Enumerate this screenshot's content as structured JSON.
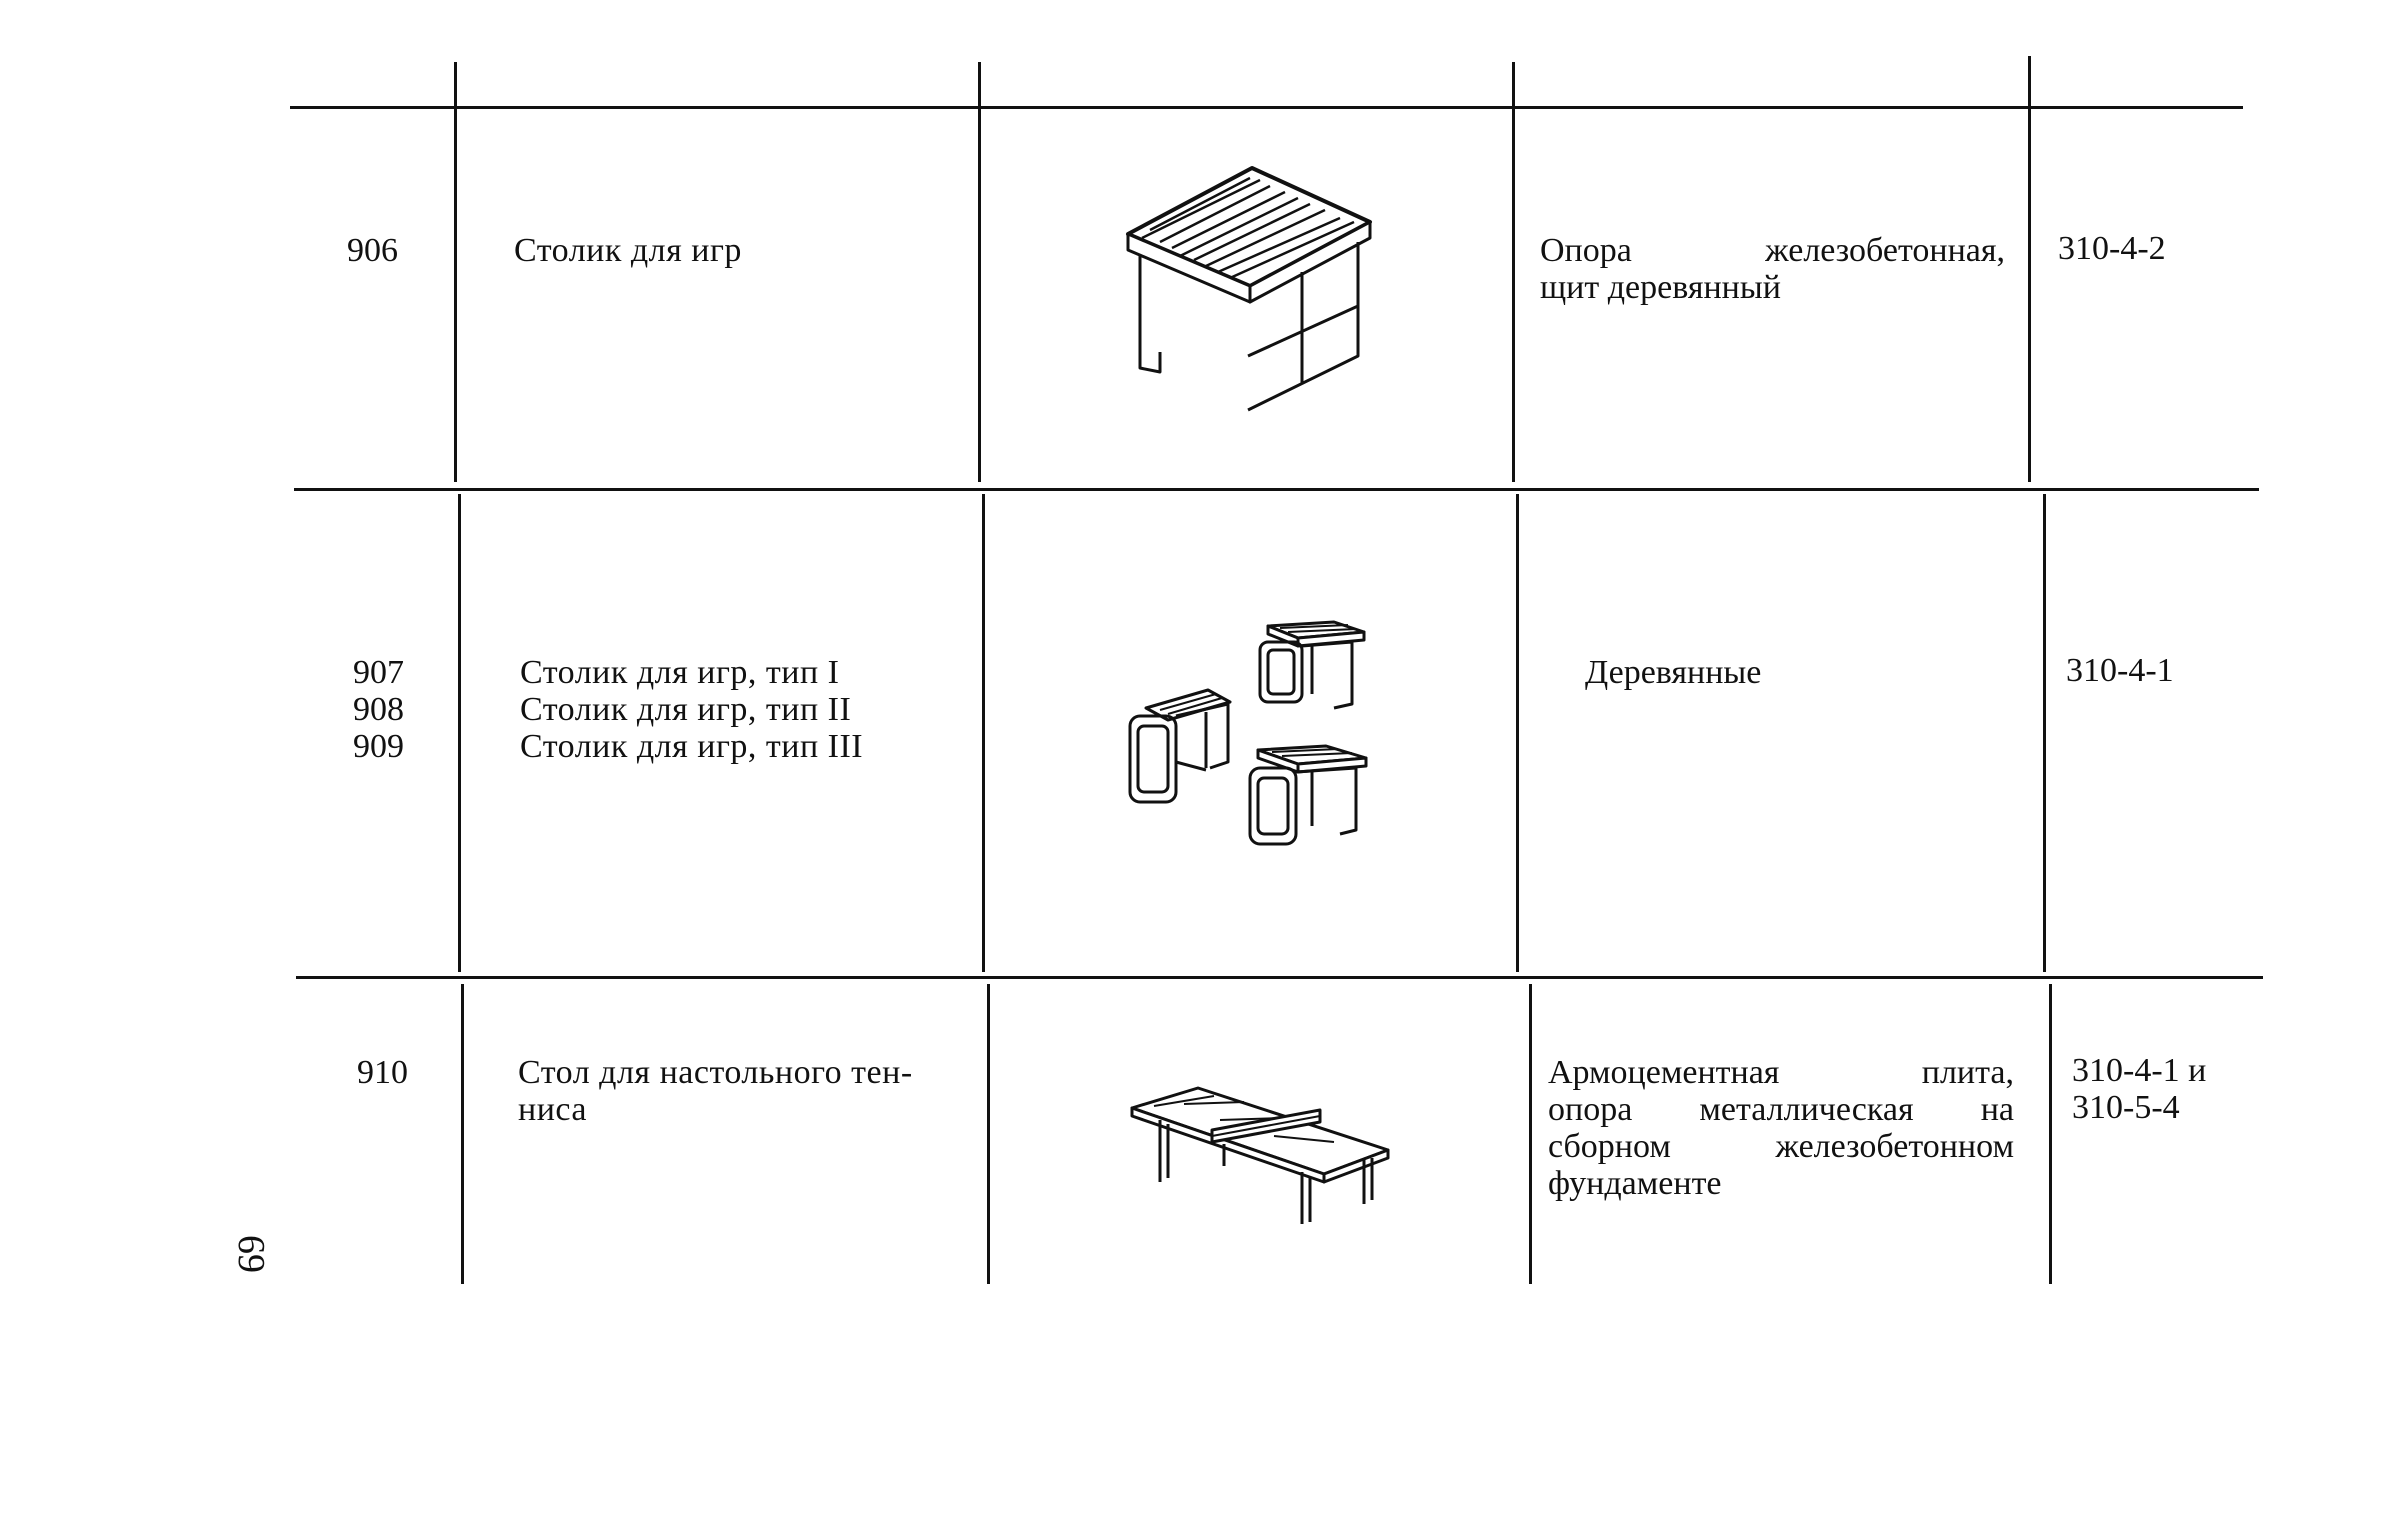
{
  "page_number": "69",
  "rows": [
    {
      "numbers": [
        "906"
      ],
      "names": [
        "Столик для игр"
      ],
      "material": [
        "Опора железобетонная,",
        "щит деревянный"
      ],
      "code": [
        "310-4-2"
      ],
      "drawing": "play-table-stool-icon"
    },
    {
      "numbers": [
        "907",
        "908",
        "909"
      ],
      "names": [
        "Столик для игр, тип I",
        "Столик для игр, тип II",
        "Столик для игр, тип III"
      ],
      "material": [
        "Деревянные"
      ],
      "code": [
        "310-4-1"
      ],
      "drawing": "three-play-tables-icon"
    },
    {
      "numbers": [
        "910"
      ],
      "names": [
        "Стол для настольного тен-",
        "ниса"
      ],
      "material": [
        "Армоцементная плита,",
        "опора металлическая на",
        "сборном железобетонном",
        "фундаменте"
      ],
      "code": [
        "310-4-1 и",
        "310-5-4"
      ],
      "drawing": "table-tennis-table-icon"
    }
  ]
}
